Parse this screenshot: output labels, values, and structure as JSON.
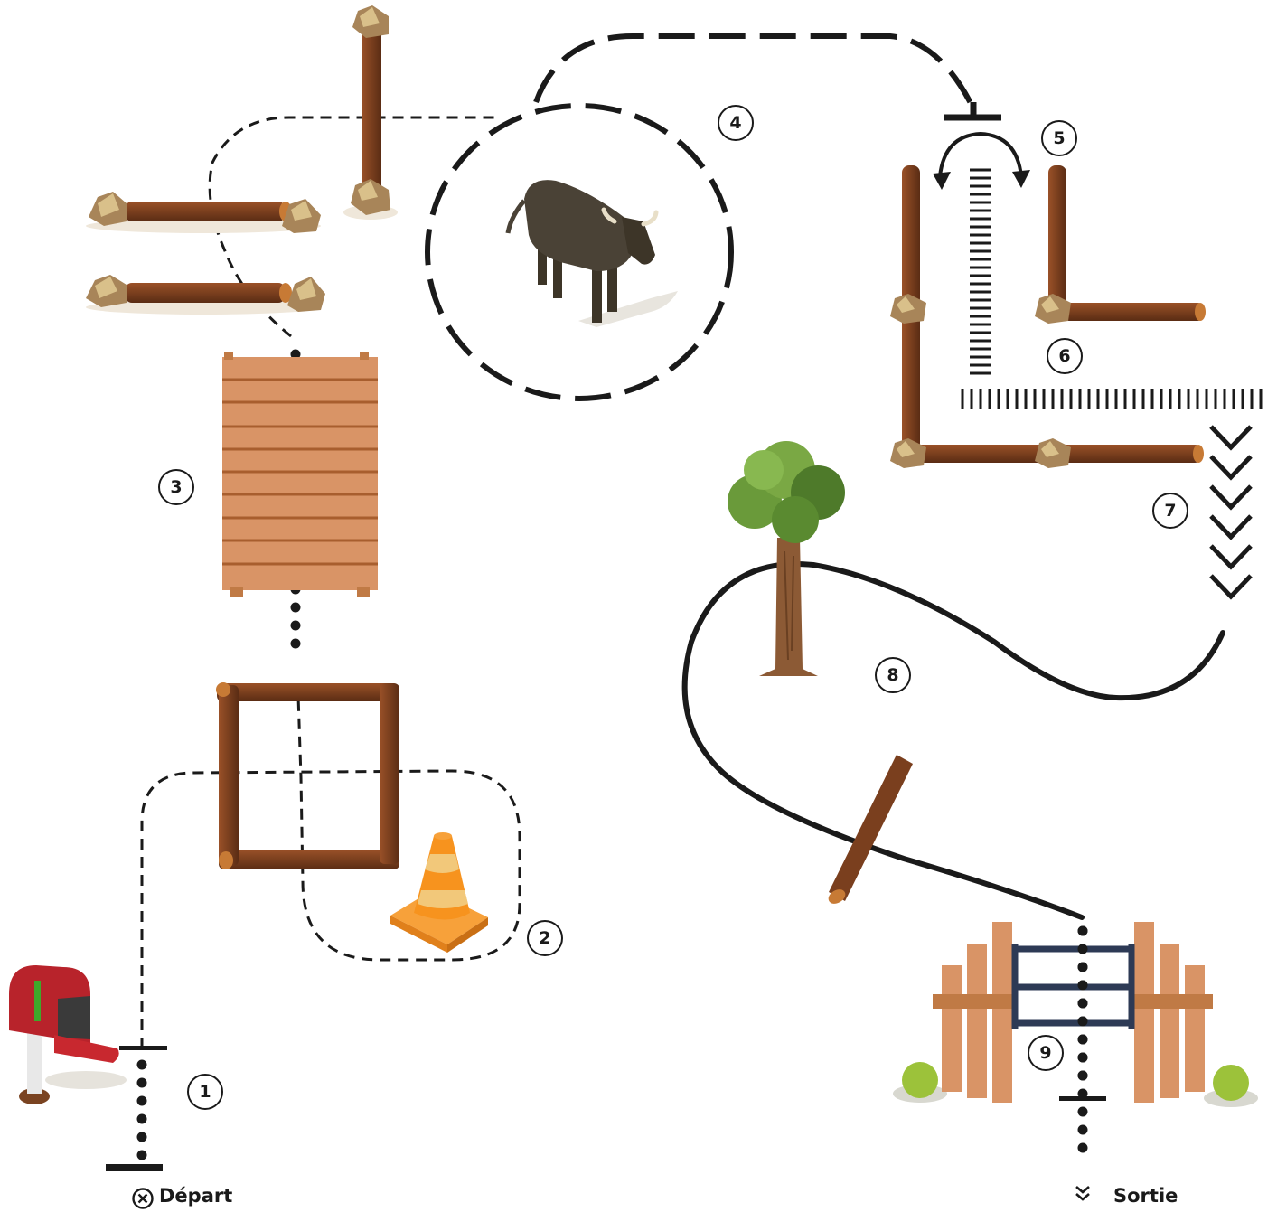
{
  "course": {
    "start_label": "Départ",
    "exit_label": "Sortie",
    "start_icon": "circle-x-icon",
    "exit_icon": "double-chevron-down-icon",
    "obstacle_numbers": [
      "1",
      "2",
      "3",
      "4",
      "5",
      "6",
      "7",
      "8",
      "9"
    ]
  },
  "colors": {
    "ink": "#1a1a1a",
    "log": "#7a3f1e",
    "log_end": "#c77a35",
    "bridge": "#d99466",
    "cone": "#f7931e",
    "mailbox": "#b8232b",
    "gate_frame": "#2d3a55",
    "tree_leaves": "#6a9a3a"
  }
}
